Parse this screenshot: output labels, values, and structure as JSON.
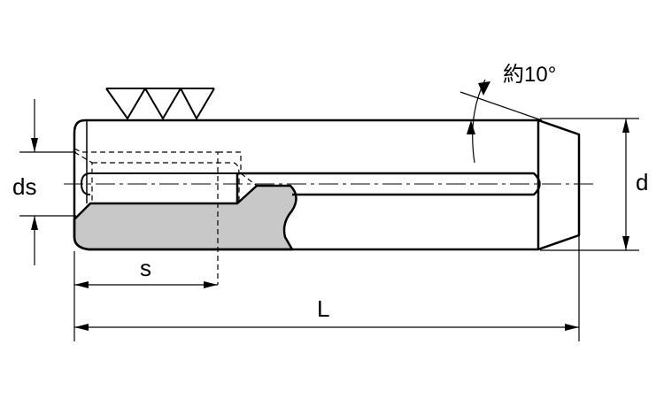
{
  "labels": {
    "ds": "ds",
    "s": "s",
    "L": "L",
    "d": "d",
    "angle": "約10°"
  },
  "colors": {
    "line": "#000000",
    "section_fill": "#c8c8c8",
    "background": "#ffffff"
  },
  "symbols": {
    "surface_finish": "triple-triangle-finish-icon"
  }
}
